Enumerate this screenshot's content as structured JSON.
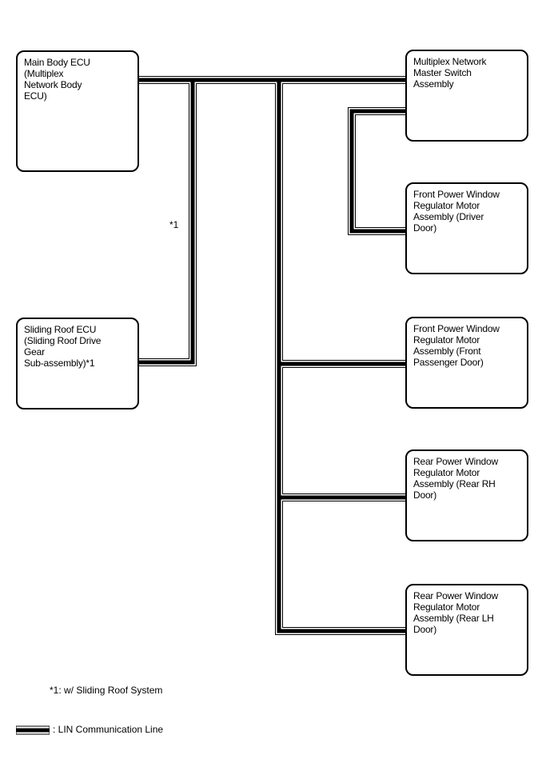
{
  "components": {
    "main_body_ecu": [
      "Main Body ECU",
      "(Multiplex",
      "Network Body",
      "ECU)"
    ],
    "sliding_roof_ecu": [
      "Sliding Roof ECU",
      "(Sliding Roof Drive",
      "Gear",
      "Sub-assembly)*1"
    ],
    "master_switch": [
      "Multiplex Network",
      "Master Switch",
      "Assembly"
    ],
    "front_driver": [
      "Front Power Window",
      "Regulator Motor",
      "Assembly (Driver",
      "Door)"
    ],
    "front_passenger": [
      "Front Power Window",
      "Regulator Motor",
      "Assembly (Front",
      "Passenger Door)"
    ],
    "rear_rh": [
      "Rear Power Window",
      "Regulator Motor",
      "Assembly (Rear RH",
      "Door)"
    ],
    "rear_lh": [
      "Rear Power Window",
      "Regulator Motor",
      "Assembly (Rear LH",
      "Door)"
    ]
  },
  "annotations": {
    "wire_marker": "*1",
    "footnote": "*1: w/ Sliding Roof System",
    "legend_text": ": LIN Communication Line"
  },
  "colors": {
    "line": "#000000",
    "background": "#ffffff"
  }
}
